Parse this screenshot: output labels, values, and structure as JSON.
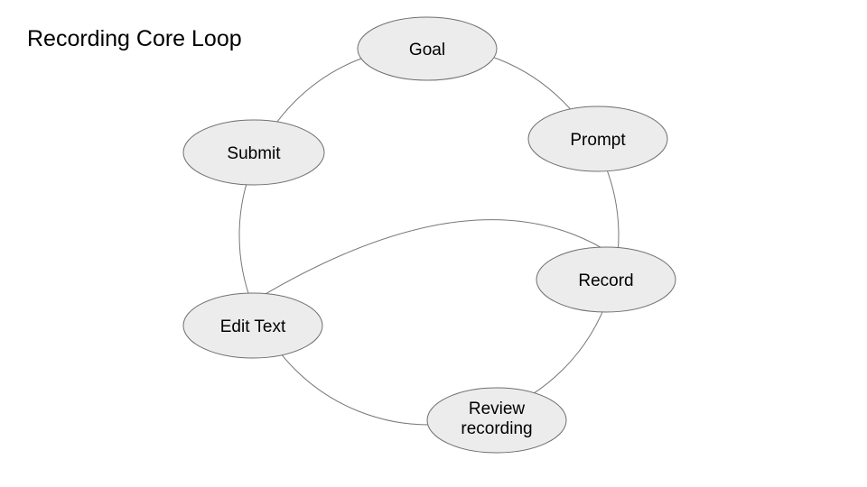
{
  "title": "Recording Core Loop",
  "diagram": {
    "nodes": [
      {
        "id": "goal",
        "label": "Goal"
      },
      {
        "id": "prompt",
        "label": "Prompt"
      },
      {
        "id": "record",
        "label": "Record"
      },
      {
        "id": "review-recording",
        "label": "Review recording",
        "lines": [
          "Review",
          "recording"
        ]
      },
      {
        "id": "edit-text",
        "label": "Edit Text"
      },
      {
        "id": "submit",
        "label": "Submit"
      }
    ],
    "edges": [
      {
        "from": "Goal",
        "to": "Prompt"
      },
      {
        "from": "Prompt",
        "to": "Record"
      },
      {
        "from": "Record",
        "to": "Review recording"
      },
      {
        "from": "Review recording",
        "to": "Edit Text"
      },
      {
        "from": "Edit Text",
        "to": "Submit"
      },
      {
        "from": "Submit",
        "to": "Goal"
      },
      {
        "from": "Edit Text",
        "to": "Record"
      }
    ],
    "colors": {
      "background": "#ffffff",
      "node_fill": "#ececec",
      "node_stroke": "#707070",
      "edge_stroke": "#777777",
      "text": "#000000"
    }
  }
}
